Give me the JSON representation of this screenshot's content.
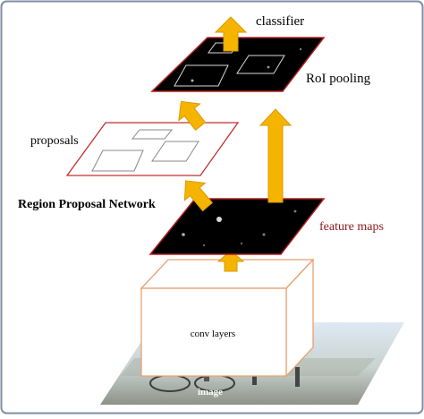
{
  "labels": {
    "classifier": "classifier",
    "roi_pooling": "RoI pooling",
    "proposals": "proposals",
    "rpn": "Region Proposal Network",
    "feature_maps": "feature maps",
    "conv_layers": "conv layers",
    "image": "image"
  },
  "colors": {
    "arrow": "#f5b400",
    "arrow_stroke": "#d99a00",
    "map_fill": "#000000",
    "map_border": "#b02020",
    "proposal_border": "#c03030",
    "feature_text": "#8b1a1a",
    "frame_border": "#7f8fa6",
    "box_edge": "#e8a070"
  }
}
